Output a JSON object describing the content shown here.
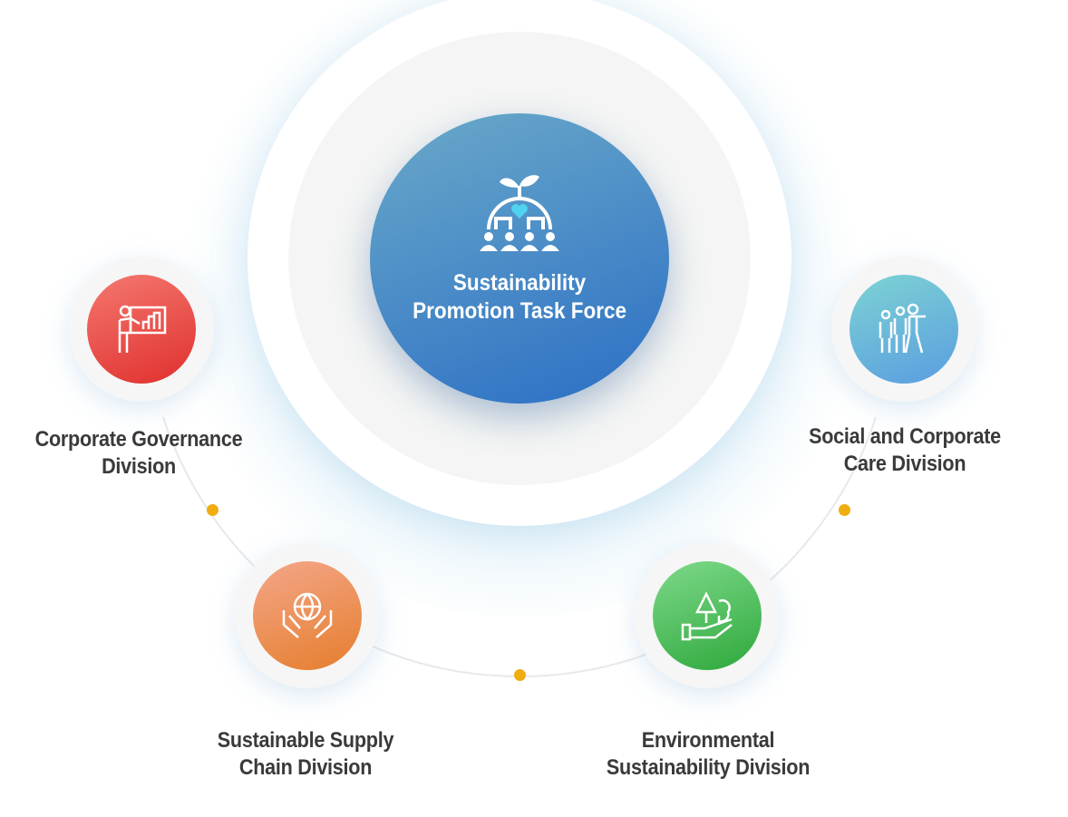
{
  "center": {
    "title_line1": "Sustainability",
    "title_line2": "Promotion Task Force",
    "icon": "people-globe-plant-icon",
    "color_top": "#62a4c8",
    "color_bottom": "#2a6ec4"
  },
  "divisions": [
    {
      "line1": "Corporate Governance",
      "line2": "Division",
      "icon": "presentation-chart-icon",
      "color": "#e8403c"
    },
    {
      "line1": "Social and Corporate",
      "line2": "Care Division",
      "icon": "group-people-icon",
      "color": "#6cc0d8"
    },
    {
      "line1": "Sustainable Supply",
      "line2": "Chain Division",
      "icon": "hands-globe-icon",
      "color": "#ec8a3a"
    },
    {
      "line1": "Environmental",
      "line2": "Sustainability Division",
      "icon": "hand-trees-icon",
      "color": "#3fb04a"
    }
  ],
  "accent_dot_color": "#f0ad0f"
}
